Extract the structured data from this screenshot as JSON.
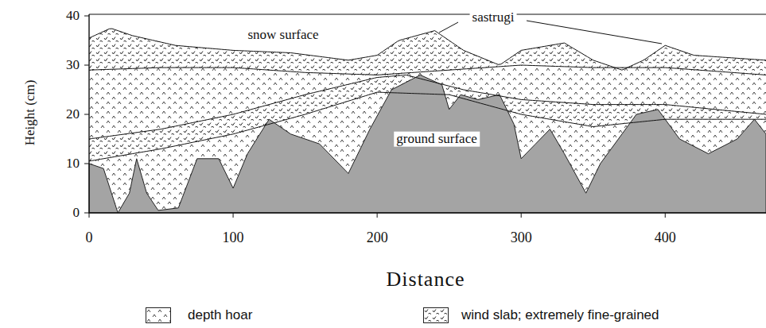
{
  "diagram": {
    "labels": [
      "Height (cm)",
      "40",
      "30",
      "20",
      "10",
      "0",
      "0",
      "100",
      "200",
      "300",
      "400",
      "Distance",
      "snow surface",
      "sastrugi",
      "ground surface"
    ],
    "legend": [
      {
        "text": "depth hoar"
      },
      {
        "text": "wind slab; extremely fine-grained"
      }
    ]
  }
}
